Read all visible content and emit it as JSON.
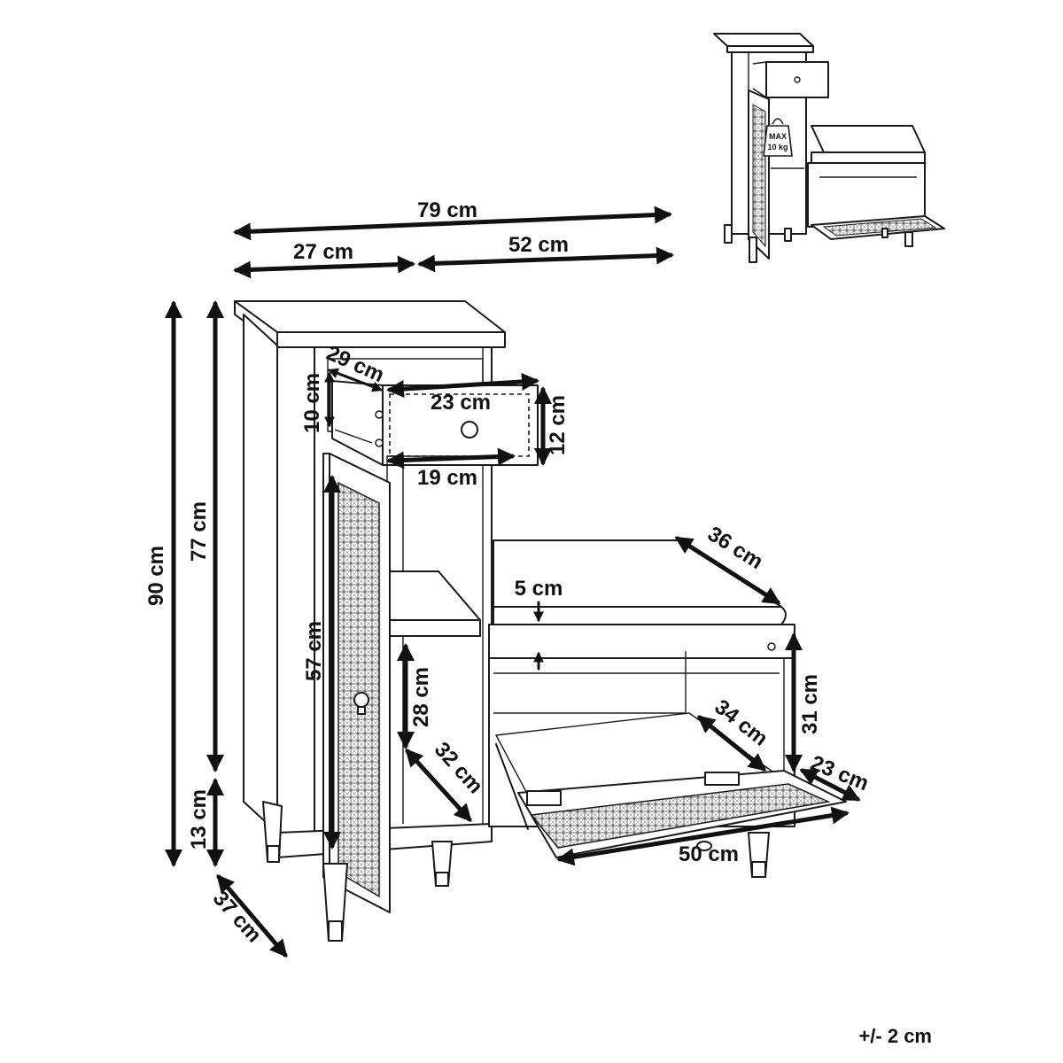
{
  "dimensions": {
    "total_width": "79 cm",
    "cabinet_width": "27 cm",
    "bench_width": "52 cm",
    "total_height": "90 cm",
    "body_height": "77 cm",
    "door_height": "57 cm",
    "leg_height": "13 cm",
    "depth": "37 cm",
    "drawer_depth": "29 cm",
    "drawer_width_top": "23 cm",
    "drawer_width_bottom": "19 cm",
    "drawer_inner_height": "10 cm",
    "drawer_height": "12 cm",
    "shelf_height": "28 cm",
    "shelf_depth": "32 cm",
    "cushion_depth": "36 cm",
    "cushion_thickness": "5 cm",
    "shoe_compartment_depth": "34 cm",
    "shoe_compartment_height": "31 cm",
    "flap_depth": "23 cm",
    "flap_width": "50 cm"
  },
  "thumbnail": {
    "max_load_line1": "MAX",
    "max_load_line2": "10 kg"
  },
  "tolerance": "+/- 2 cm"
}
